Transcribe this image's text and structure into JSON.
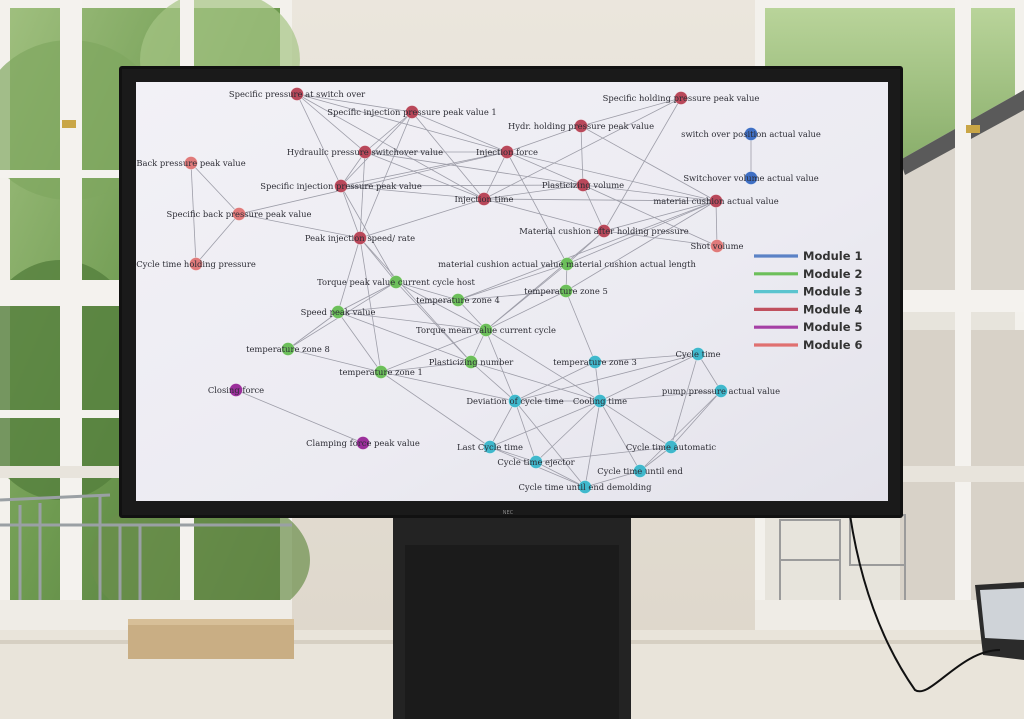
{
  "display": {
    "brand": "NEC",
    "legend": [
      {
        "label": "Module 1",
        "color": "#5b82c6"
      },
      {
        "label": "Module 2",
        "color": "#6cbf5a"
      },
      {
        "label": "Module 3",
        "color": "#5bc4cf"
      },
      {
        "label": "Module 4",
        "color": "#c0505e"
      },
      {
        "label": "Module 5",
        "color": "#a53fa5"
      },
      {
        "label": "Module 6",
        "color": "#e07070"
      }
    ],
    "module_colors": {
      "1": "#3f6fc4",
      "2": "#6cbf5a",
      "3": "#40b8cc",
      "4": "#b9485a",
      "5": "#9b2f9b",
      "6": "#e07a7a"
    },
    "nodes": [
      {
        "id": "sps",
        "label": "Specific pressure at switch over",
        "m": 4
      },
      {
        "id": "sip1",
        "label": "Specific injection pressure peak value 1",
        "m": 4
      },
      {
        "id": "hpsv",
        "label": "Hydraulic pressure switchover value",
        "m": 4
      },
      {
        "id": "if",
        "label": "Injection force",
        "m": 4
      },
      {
        "id": "hhpp",
        "label": "Hydr. holding pressure peak value",
        "m": 4
      },
      {
        "id": "shpp",
        "label": "Specific holding pressure peak value",
        "m": 4
      },
      {
        "id": "sipp",
        "label": "Specific injection pressure peak value",
        "m": 4
      },
      {
        "id": "pv",
        "label": "Plasticizing volume",
        "m": 4
      },
      {
        "id": "it",
        "label": "Injection time",
        "m": 4
      },
      {
        "id": "mcav",
        "label": "material cushion actual value",
        "m": 4
      },
      {
        "id": "mcah",
        "label": "Material cushion after holding pressure",
        "m": 4
      },
      {
        "id": "pisr",
        "label": "Peak injection speed/ rate",
        "m": 4
      },
      {
        "id": "bppv",
        "label": "Back pressure peak value",
        "m": 6
      },
      {
        "id": "sbpp",
        "label": "Specific back pressure peak value",
        "m": 6
      },
      {
        "id": "cthp",
        "label": "Cycle time holding pressure",
        "m": 6
      },
      {
        "id": "shv",
        "label": "Shot volume",
        "m": 6
      },
      {
        "id": "sopa",
        "label": "switch over position actual value",
        "m": 1
      },
      {
        "id": "svav",
        "label": "Switchover volume actual value",
        "m": 1
      },
      {
        "id": "mcav2",
        "label": "material cushion actual value material cushion actual length",
        "m": 2
      },
      {
        "id": "tpv",
        "label": "Torque peak value current cycle host",
        "m": 2
      },
      {
        "id": "tz4",
        "label": "temperature zone 4",
        "m": 2
      },
      {
        "id": "tz5",
        "label": "temperature zone 5",
        "m": 2
      },
      {
        "id": "spv",
        "label": "Speed peak value",
        "m": 2
      },
      {
        "id": "tmv",
        "label": "Torque mean value current cycle",
        "m": 2
      },
      {
        "id": "tz8",
        "label": "temperature zone 8",
        "m": 2
      },
      {
        "id": "pn",
        "label": "Plasticizing number",
        "m": 2
      },
      {
        "id": "tz1",
        "label": "temperature zone 1",
        "m": 2
      },
      {
        "id": "tz3",
        "label": "temperature zone 3",
        "m": 3
      },
      {
        "id": "ct",
        "label": "Cycle time",
        "m": 3
      },
      {
        "id": "ppav",
        "label": "pump pressure actual value",
        "m": 3
      },
      {
        "id": "dct",
        "label": "Deviation of cycle time",
        "m": 3
      },
      {
        "id": "cot",
        "label": "Cooling time",
        "m": 3
      },
      {
        "id": "lct",
        "label": "Last Cycle time",
        "m": 3
      },
      {
        "id": "cta",
        "label": "Cycle time automatic",
        "m": 3
      },
      {
        "id": "cte",
        "label": "Cycle time ejector",
        "m": 3
      },
      {
        "id": "ctue",
        "label": "Cycle time until end",
        "m": 3
      },
      {
        "id": "ctued",
        "label": "Cycle time until end demolding",
        "m": 3
      },
      {
        "id": "cf",
        "label": "Closing force",
        "m": 5
      },
      {
        "id": "cfpv",
        "label": "Clamping force peak value",
        "m": 5
      }
    ],
    "edges": [
      [
        "sps",
        "hpsv"
      ],
      [
        "sps",
        "sipp"
      ],
      [
        "sps",
        "it"
      ],
      [
        "sps",
        "sip1"
      ],
      [
        "sps",
        "if"
      ],
      [
        "sip1",
        "hpsv"
      ],
      [
        "sip1",
        "sipp"
      ],
      [
        "sip1",
        "it"
      ],
      [
        "sip1",
        "if"
      ],
      [
        "sip1",
        "pisr"
      ],
      [
        "hpsv",
        "if"
      ],
      [
        "hpsv",
        "sipp"
      ],
      [
        "hpsv",
        "it"
      ],
      [
        "hpsv",
        "pisr"
      ],
      [
        "hpsv",
        "pv"
      ],
      [
        "if",
        "sipp"
      ],
      [
        "if",
        "it"
      ],
      [
        "if",
        "hhpp"
      ],
      [
        "if",
        "pv"
      ],
      [
        "if",
        "mcav"
      ],
      [
        "if",
        "mcav2"
      ],
      [
        "hhpp",
        "shpp"
      ],
      [
        "hhpp",
        "pv"
      ],
      [
        "hhpp",
        "mcav"
      ],
      [
        "shpp",
        "mcah"
      ],
      [
        "shpp",
        "it"
      ],
      [
        "sipp",
        "it"
      ],
      [
        "sipp",
        "pisr"
      ],
      [
        "sipp",
        "pv"
      ],
      [
        "sipp",
        "tpv"
      ],
      [
        "it",
        "pv"
      ],
      [
        "it",
        "mcav"
      ],
      [
        "it",
        "mcah"
      ],
      [
        "it",
        "pisr"
      ],
      [
        "pv",
        "mcav"
      ],
      [
        "pv",
        "mcah"
      ],
      [
        "pv",
        "shv"
      ],
      [
        "mcav",
        "mcah"
      ],
      [
        "mcav",
        "shv"
      ],
      [
        "mcav",
        "mcav2"
      ],
      [
        "mcav",
        "tz4"
      ],
      [
        "mcav",
        "tz5"
      ],
      [
        "mcah",
        "mcav2"
      ],
      [
        "mcah",
        "tmv"
      ],
      [
        "mcah",
        "shv"
      ],
      [
        "pisr",
        "tpv"
      ],
      [
        "pisr",
        "spv"
      ],
      [
        "pisr",
        "tz1"
      ],
      [
        "pisr",
        "pn"
      ],
      [
        "bppv",
        "sbpp"
      ],
      [
        "bppv",
        "cthp"
      ],
      [
        "sbpp",
        "cthp"
      ],
      [
        "sbpp",
        "pisr"
      ],
      [
        "sbpp",
        "if"
      ],
      [
        "sopa",
        "svav"
      ],
      [
        "mcav2",
        "tz5"
      ],
      [
        "mcav2",
        "tmv"
      ],
      [
        "mcav2",
        "tz4"
      ],
      [
        "tpv",
        "tz4"
      ],
      [
        "tpv",
        "spv"
      ],
      [
        "tpv",
        "tmv"
      ],
      [
        "tpv",
        "pn"
      ],
      [
        "tpv",
        "tz8"
      ],
      [
        "tz4",
        "tmv"
      ],
      [
        "tz4",
        "tz5"
      ],
      [
        "tz4",
        "spv"
      ],
      [
        "tz5",
        "tz3"
      ],
      [
        "tz5",
        "tmv"
      ],
      [
        "spv",
        "tz8"
      ],
      [
        "spv",
        "tz1"
      ],
      [
        "spv",
        "tmv"
      ],
      [
        "spv",
        "pn"
      ],
      [
        "tmv",
        "pn"
      ],
      [
        "tmv",
        "tz1"
      ],
      [
        "tmv",
        "dct"
      ],
      [
        "tmv",
        "cot"
      ],
      [
        "tz8",
        "tz1"
      ],
      [
        "pn",
        "tz1"
      ],
      [
        "pn",
        "dct"
      ],
      [
        "pn",
        "cot"
      ],
      [
        "tz1",
        "dct"
      ],
      [
        "tz1",
        "lct"
      ],
      [
        "tz3",
        "cot"
      ],
      [
        "tz3",
        "ct"
      ],
      [
        "tz3",
        "dct"
      ],
      [
        "ct",
        "ppav"
      ],
      [
        "ct",
        "cot"
      ],
      [
        "ct",
        "cta"
      ],
      [
        "ct",
        "dct"
      ],
      [
        "ppav",
        "cot"
      ],
      [
        "ppav",
        "cta"
      ],
      [
        "ppav",
        "ctue"
      ],
      [
        "dct",
        "cot"
      ],
      [
        "dct",
        "lct"
      ],
      [
        "dct",
        "cte"
      ],
      [
        "dct",
        "ctued"
      ],
      [
        "cot",
        "cta"
      ],
      [
        "cot",
        "ctue"
      ],
      [
        "cot",
        "cte"
      ],
      [
        "cot",
        "ctued"
      ],
      [
        "cot",
        "lct"
      ],
      [
        "lct",
        "cte"
      ],
      [
        "lct",
        "ctued"
      ],
      [
        "cta",
        "ctue"
      ],
      [
        "cta",
        "cte"
      ],
      [
        "cte",
        "ctued"
      ],
      [
        "ctue",
        "ctued"
      ],
      [
        "cf",
        "cfpv"
      ]
    ]
  }
}
